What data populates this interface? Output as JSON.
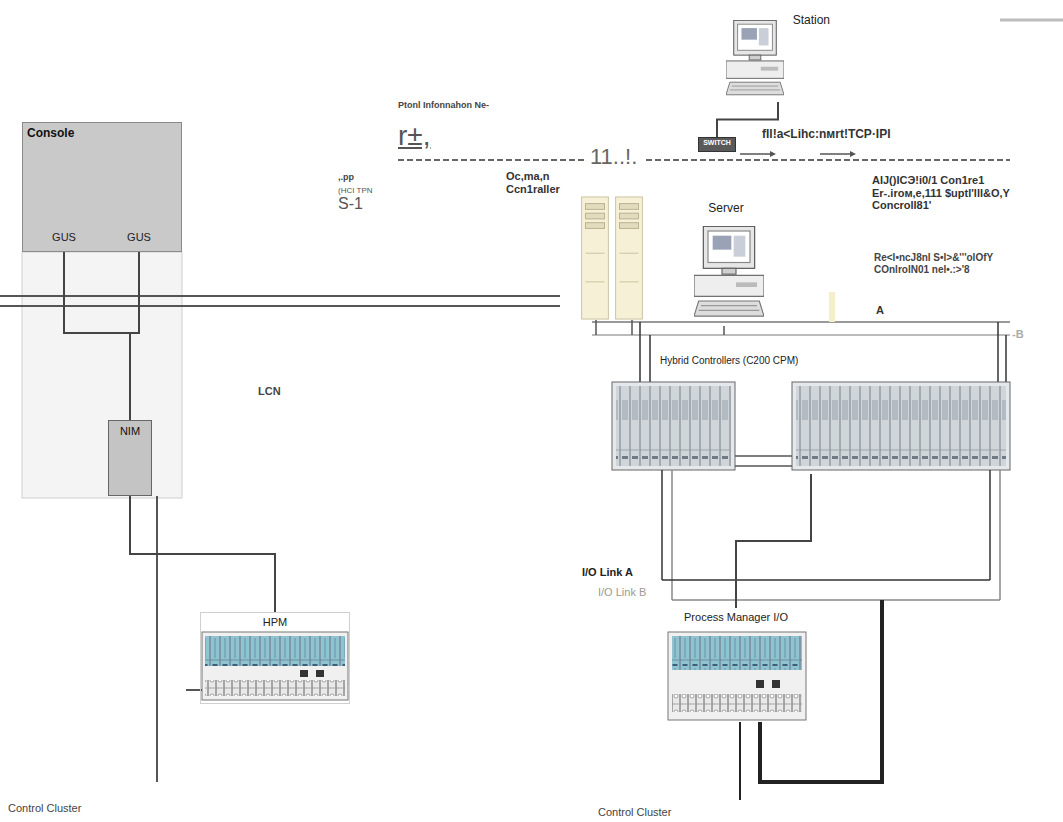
{
  "diagram": {
    "nodes": [
      {
        "text": [
          "Console"
        ]
      },
      {
        "text": [
          "GUS"
        ],
        "in": 0
      },
      {
        "text": [
          "GUS"
        ],
        "in": 0
      },
      {
        "text": [
          "NIM"
        ]
      },
      {
        "text": [
          "HPM"
        ]
      },
      {
        "text": [
          "Station"
        ]
      },
      {
        "text": [
          "SWITCH"
        ]
      },
      {
        "text": [
          "Oc,ma,n Ccn1raller"
        ]
      },
      {
        "text": [
          "Server"
        ]
      },
      {
        "text": [
          "Hybrid Controllers (C200 CPM)"
        ]
      },
      {
        "text": [
          "Process Manager  I/O"
        ]
      }
    ],
    "edges": [
      {
        "from": 1,
        "to": 3,
        "arrow": "none"
      },
      {
        "from": 2,
        "to": 3,
        "arrow": "none"
      },
      {
        "from": 3,
        "to": 4,
        "arrow": "none"
      },
      {
        "from": 5,
        "to": 6,
        "arrow": "none"
      },
      {
        "from": 9,
        "to": 10,
        "arrow": "none"
      }
    ],
    "labels": [
      "Ptonl Infonnahon Ne-",
      "r±,",
      "11..!.",
      "fll!a<Lihc:nмrt!TCP·IPI",
      "AIJ()ICЭ!i0/1 Con1re1 Er-.iroм,e,111 $uptl'lll&O,Y Concroll81'",
      ",.pp",
      "(HCI TPN",
      "S-1",
      "LCN",
      "Re<l•ncJ8nl S•l>&'''olOfY COnlrolN01 nel•.:>'8",
      "A",
      "-B",
      "I/O Link A",
      "I/O Link B",
      "Control Cluster",
      "Control Cluster"
    ]
  }
}
